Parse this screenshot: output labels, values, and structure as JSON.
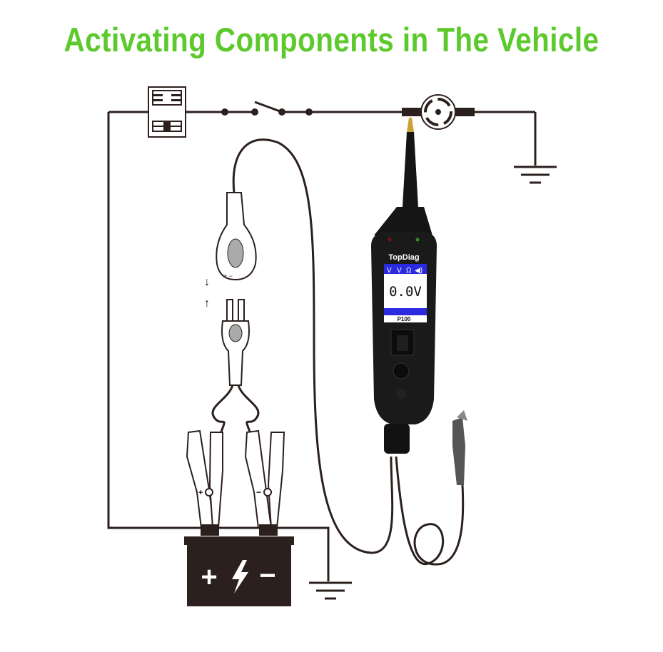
{
  "title": "Activating Components in The Vehicle",
  "tester": {
    "brand": "TopDiag",
    "model": "P100",
    "reading": "0.0V",
    "mode_icons": [
      "V",
      "V",
      "Ω",
      "speaker-icon"
    ]
  },
  "battery": {
    "symbols": [
      "+",
      "lightning-icon",
      "−"
    ]
  },
  "colors": {
    "title": "#5cc92c",
    "wire": "#2b201d",
    "tester_body": "#1a1a1a",
    "screen_bar": "#2a2adf"
  }
}
